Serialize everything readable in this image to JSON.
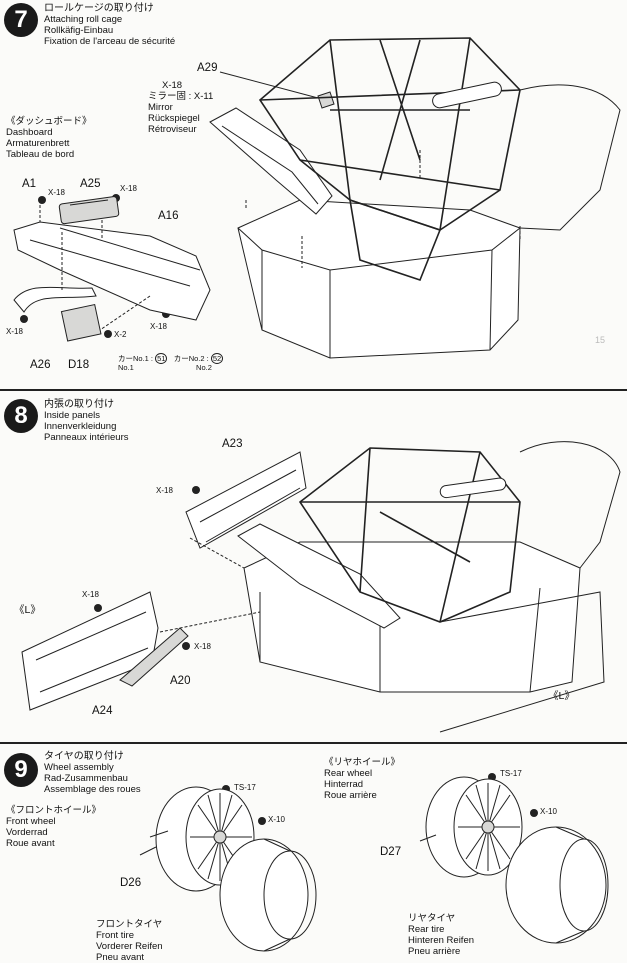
{
  "step7": {
    "number": "7",
    "title_jp": "ロールケージの取り付け",
    "title_en": "Attaching roll cage",
    "title_de": "Rollkäfig-Einbau",
    "title_fr": "Fixation de l'arceau de sécurité",
    "dashboard": {
      "jp": "《ダッシュボード》",
      "en": "Dashboard",
      "de": "Armaturenbrett",
      "fr": "Tableau de bord"
    },
    "mirror": {
      "screw": "X-18",
      "jp": "ミラー固 : X-11",
      "en": "Mirror",
      "de": "Rückspiegel",
      "fr": "Rétroviseur"
    },
    "parts": {
      "a29": "A29",
      "a1": "A1",
      "a25": "A25",
      "a16": "A16",
      "a26": "A26",
      "d18": "D18"
    },
    "screws": {
      "s1": "X-18",
      "s2": "X-18",
      "s3": "X-18",
      "s4": "X-18",
      "x2": "X-2"
    },
    "decal": {
      "car1_label": "カーNo.1 :",
      "car1_no": "51",
      "car1_sub": "No.1",
      "car2_label": "カーNo.2 :",
      "car2_no": "52",
      "car2_sub": "No.2"
    }
  },
  "step8": {
    "number": "8",
    "title_jp": "内張の取り付け",
    "title_en": "Inside panels",
    "title_de": "Innenverkleidung",
    "title_fr": "Panneaux intérieurs",
    "parts": {
      "a23": "A23",
      "a20": "A20",
      "a24": "A24"
    },
    "screws": {
      "s1": "X-18",
      "s2": "X-18",
      "s3": "X-18"
    },
    "left_mark_1": "《L》",
    "left_mark_2": "《L》"
  },
  "step9": {
    "number": "9",
    "title_jp": "タイヤの取り付け",
    "title_en": "Wheel assembly",
    "title_de": "Rad-Zusammenbau",
    "title_fr": "Assemblage des roues",
    "front": {
      "jp": "《フロントホイール》",
      "en": "Front wheel",
      "de": "Vorderrad",
      "fr": "Roue avant"
    },
    "rear": {
      "jp": "《リヤホイール》",
      "en": "Rear wheel",
      "de": "Hinterrad",
      "fr": "Roue arrière"
    },
    "front_tire": {
      "jp": "フロントタイヤ",
      "en": "Front tire",
      "de": "Vorderer Reifen",
      "fr": "Pneu avant"
    },
    "rear_tire": {
      "jp": "リヤタイヤ",
      "en": "Rear tire",
      "de": "Hinteren Reifen",
      "fr": "Pneu arrière"
    },
    "parts": {
      "d26": "D26",
      "d27": "D27"
    },
    "screws": {
      "ts_front": "TS-17",
      "x10_front": "X-10",
      "ts_rear": "TS-17",
      "x10_rear": "X-10"
    }
  }
}
